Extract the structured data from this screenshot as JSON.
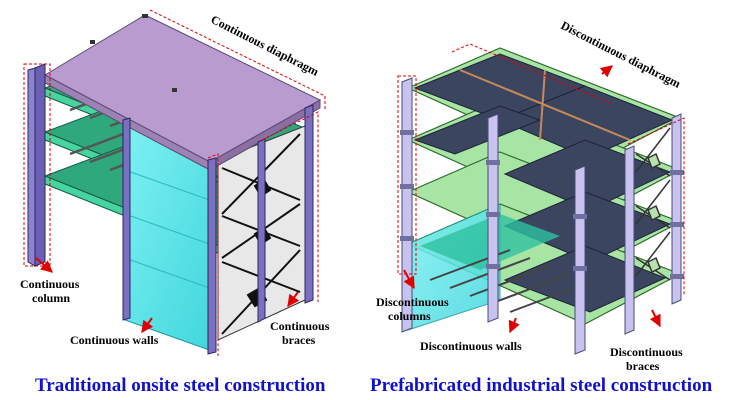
{
  "left": {
    "caption": "Traditional onsite steel construction",
    "labels": {
      "diaphragm": "Continuous diaphragm",
      "column_line1": "Continuous",
      "column_line2": "column",
      "walls": "Continuous walls",
      "braces_line1": "Continuous",
      "braces_line2": "braces"
    }
  },
  "right": {
    "caption": "Prefabricated industrial steel construction",
    "labels": {
      "diaphragm": "Discontinuous diaphragm",
      "columns_line1": "Discontinuous",
      "columns_line2": "columns",
      "walls": "Discontinuous walls",
      "braces_line1": "Discontinuous",
      "braces_line2": "braces"
    }
  },
  "colors": {
    "caption": "#1010d0",
    "annotation_arrow": "#e00000",
    "roof_left": "#b99bcf",
    "floor_beams": "#3fc79a",
    "column": "#6a5fb0",
    "wall_glass": "#5ee6ea",
    "roof_right": "#3b4560",
    "module_frame": "#a8e4a4"
  }
}
